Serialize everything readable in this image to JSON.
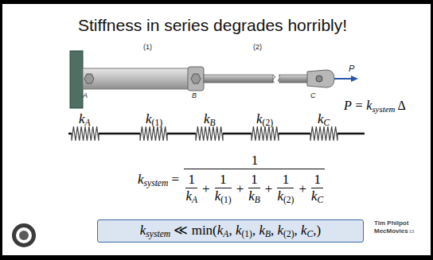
{
  "diagram": {
    "title": "Stiffness in series degrades horribly!",
    "nodes": [
      {
        "text": [
          "k",
          "system",
          " ≪ min(",
          "k",
          "A",
          ", ",
          "k",
          "(1)",
          ", ",
          "k",
          "B",
          ", ",
          "k",
          "(2)",
          ", ",
          "k",
          "C",
          ",)"
        ]
      }
    ],
    "labels": [
      "(1)",
      "(2)",
      "A",
      "B",
      "C",
      "P",
      "P = ",
      "k",
      "system",
      "Δ",
      "k",
      "A",
      "k",
      "(1)",
      "k",
      "B",
      "k",
      "(2)",
      "k",
      "C",
      "k",
      "system",
      " = ",
      "1",
      "1",
      "k",
      "A",
      "+",
      "1",
      "k",
      "(1)",
      "+",
      "1",
      "k",
      "B",
      "+",
      "1",
      "k",
      "(2)",
      "+",
      "1",
      "k",
      "C",
      "Tim Philpot",
      "MecMovies",
      "13"
    ]
  }
}
